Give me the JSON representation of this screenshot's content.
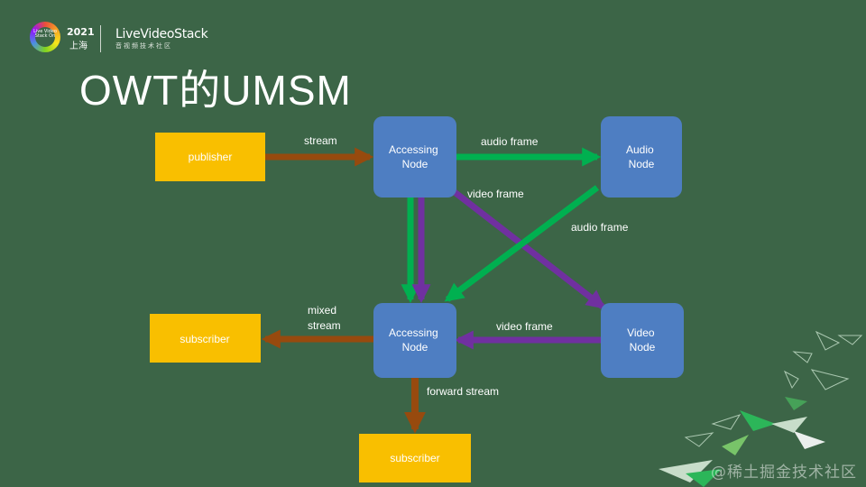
{
  "header": {
    "logo_badge_text": "Live Video Stack On",
    "year": "2021",
    "city": "上海",
    "brand_name": "LiveVideoStack",
    "brand_sub": "音视频技术社区"
  },
  "title": "OWT的UMSM",
  "nodes": {
    "publisher": "publisher",
    "accessing_top": [
      "Accessing",
      "Node"
    ],
    "audio_node": [
      "Audio",
      "Node"
    ],
    "accessing_bottom": [
      "Accessing",
      "Node"
    ],
    "video_node": [
      "Video",
      "Node"
    ],
    "subscriber_left": "subscriber",
    "subscriber_bottom": "subscriber"
  },
  "edges": {
    "stream": "stream",
    "audio_frame_top": "audio frame",
    "video_frame_top": "video frame",
    "audio_frame_diag": "audio frame",
    "mixed_stream": [
      "mixed",
      "stream"
    ],
    "video_frame_bottom": "video frame",
    "forward_stream": "forward stream"
  },
  "colors": {
    "background": "#3c6547",
    "node_fill": "#4e7ec2",
    "endpoint_fill": "#f9bf00",
    "stream_arrow": "#974a0e",
    "audio_arrow": "#00b050",
    "video_arrow": "#7030a0"
  },
  "watermark": "@稀土掘金技术社区"
}
